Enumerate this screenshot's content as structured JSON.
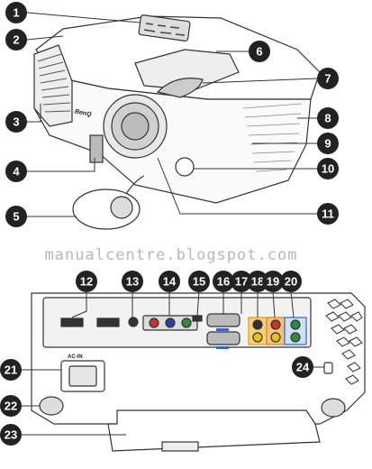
{
  "watermark": "manualcentre.blogspot.com",
  "brand": "BenQ",
  "acin_label": "AC-IN",
  "callouts_top": [
    "1",
    "2",
    "3",
    "4",
    "5",
    "6",
    "7",
    "8",
    "9",
    "10",
    "11"
  ],
  "callouts_bottom": [
    "12",
    "13",
    "14",
    "15",
    "16",
    "17",
    "18",
    "19",
    "20",
    "21",
    "22",
    "23",
    "24"
  ],
  "colors": {
    "callout_bg": "#222222",
    "line": "#333333",
    "body_fill": "#ffffff",
    "shade": "#d9d9d9"
  }
}
